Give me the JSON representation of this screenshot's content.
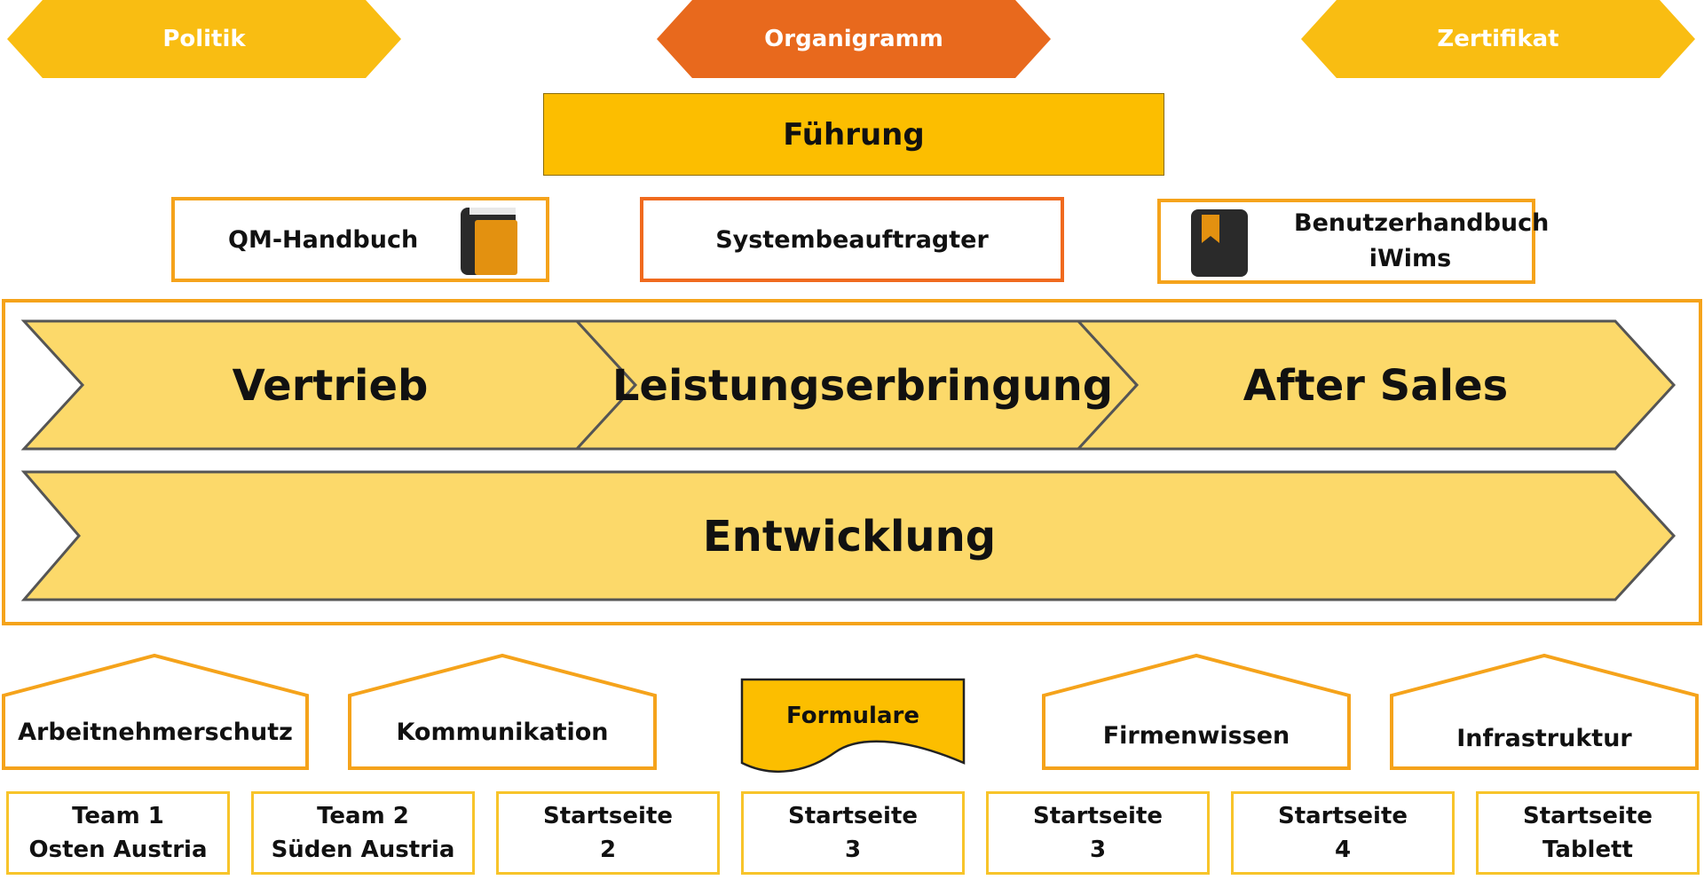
{
  "top": {
    "politik": "Politik",
    "organigramm": "Organigramm",
    "zertifikat": "Zertifikat"
  },
  "fuehrung": "Führung",
  "docs": {
    "qm_handbuch": "QM-Handbuch",
    "systembeauftragter": "Systembeauftragter",
    "benutzerhandbuch_line1": "Benutzerhandbuch",
    "benutzerhandbuch_line2": "iWims"
  },
  "processes": {
    "vertrieb": "Vertrieb",
    "leistungserbringung": "Leistungserbringung",
    "after_sales": "After Sales",
    "entwicklung": "Entwicklung"
  },
  "support": {
    "arbeitnehmerschutz": "Arbeitnehmerschutz",
    "kommunikation": "Kommunikation",
    "formulare": "Formulare",
    "firmenwissen": "Firmenwissen",
    "infrastruktur": "Infrastruktur"
  },
  "tiles": [
    {
      "line1": "Team 1",
      "line2": "Osten Austria"
    },
    {
      "line1": "Team 2",
      "line2": "Süden Austria"
    },
    {
      "line1": "Startseite",
      "line2": "2"
    },
    {
      "line1": "Startseite",
      "line2": "3"
    },
    {
      "line1": "Startseite",
      "line2": "3"
    },
    {
      "line1": "Startseite",
      "line2": "4"
    },
    {
      "line1": "Startseite",
      "line2": "Tablett"
    }
  ],
  "colors": {
    "gold": "#f9bd12",
    "orange": "#e8691d",
    "chevron_fill": "#fcd96a",
    "frame": "#f5a31b"
  },
  "icons": [
    "book-icon",
    "bookmark-book-icon"
  ]
}
